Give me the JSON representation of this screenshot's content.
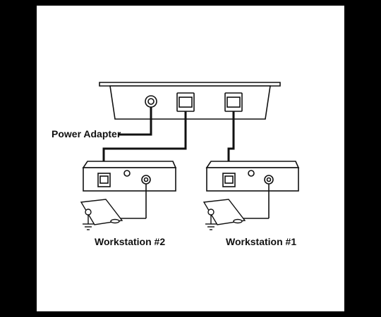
{
  "diagram": {
    "labels": {
      "power_adapter": "Power Adapter",
      "workstation_2": "Workstation #2",
      "workstation_1": "Workstation #1"
    },
    "colors": {
      "frame": "#000000",
      "line": "#111111",
      "device_fill": "#ffffff"
    }
  }
}
